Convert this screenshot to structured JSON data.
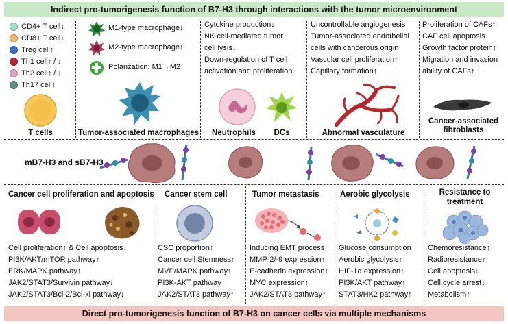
{
  "top_banner": "Indirect pro-tumorigenesis function of B7-H3 through interactions with the tumor microenvironment",
  "bottom_banner": "Direct pro-tumorigenesis function of B7-H3 on cancer cells via multiple mechanisms",
  "middle_label": "mB7-H3 and sB7-H3",
  "tcells": {
    "items": [
      {
        "label": "CD4+ T cell↓",
        "color": "#a7dcc9"
      },
      {
        "label": "CD8+ T cell↓",
        "color": "#f6b76d"
      },
      {
        "label": "Treg cell↑",
        "color": "#3f6fc2"
      },
      {
        "label": "Th1 cell↑ / ↓",
        "color": "#b02a3c"
      },
      {
        "label": "Th2 cell↑ / ↓",
        "color": "#e1a6c6"
      },
      {
        "label": "Th17 cell↑",
        "color": "#5f8d85"
      }
    ],
    "caption": "T cells"
  },
  "macrophages": {
    "m1": "M1-type macrophage↓",
    "m2": "M2-type macrophage↓",
    "polarization": "Polarization: M1→M2",
    "caption": "Tumor-associated macrophages"
  },
  "neutrophils": {
    "lines": [
      "Cytokine production↓",
      "NK cell-mediated tumor",
      "cell lysis↓",
      "Down-regulation of T cell",
      "activation and proliferation"
    ],
    "caption_left": "Neutrophils",
    "caption_right": "DCs"
  },
  "vasculature": {
    "lines": [
      "Uncontrollable angiogenesis",
      "Tumor-associated endothelial",
      "cells with cancerous origin",
      "Vascular cell proliferation↑",
      "Capillary formation↑"
    ],
    "caption": "Abnormal vasculature"
  },
  "cafs": {
    "lines": [
      "Proliferation of CAFs↑",
      "CAF cell apoptosis↓",
      "Growth factor protein↑",
      "Migration and invasion",
      "ability of CAFs↑"
    ],
    "caption": "Cancer-associated fibroblasts"
  },
  "proliferation": {
    "title": "Cancer cell proliferation and apoptosis",
    "lines": [
      "Cell proliferation↑ & Cell apoptosis↓",
      "PI3K/AKT/mTOR pathway↑",
      "ERK/MAPK pathway↑",
      "JAK2/STAT3/Survivin pathway↓",
      "JAK2/STAT3/Bcl-2/Bcl-xl pathway↓"
    ]
  },
  "stem": {
    "title": "Cancer stem cell",
    "lines": [
      "CSC proportion↑",
      "Cancer cell Stemness↑",
      "MVP/MAPK pathway↑",
      "PI3K-AKT pathway↑",
      "JAK2/STAT3 pathway↑"
    ]
  },
  "metastasis": {
    "title": "Tumor metastasis",
    "lines": [
      "Inducing EMT process",
      "MMP-2/-9 expression↑",
      "E-cadherin expression↓",
      "MYC expression↑",
      "JAK2/STAT3 pathway↑"
    ]
  },
  "glycolysis": {
    "title": "Aerobic glycolysis",
    "lines": [
      "Glucose consumption↑",
      "Aerobic glycolysis↑",
      "HIF-1α expression↑",
      "PI3K/AKT pathway↑",
      "STAT3/HK2 pathway↑"
    ]
  },
  "resistance": {
    "title": "Resistance to treatment",
    "lines": [
      "Chemoresistance↑",
      "Radioresistance↑",
      "Cell apoptosis↓",
      "Cell cycle arrest↓",
      "Metabolism↑"
    ]
  },
  "colors": {
    "top_banner_bg": "#c8e8c6",
    "bottom_banner_bg": "#f4c6c2",
    "tcell_fill": "#f7c95a",
    "macrophage_fill": "#3b8fb0",
    "m1_fill": "#2e8b3b",
    "m2_fill": "#b23a5b",
    "polarization_fill": "#3ea83a",
    "neutrophil_fill": "#f0b2c8",
    "dc_fill": "#9fd64a",
    "vessel_fill": "#b5262d",
    "fibroblast_fill": "#3a3a3a",
    "tumor_cell_fill": "#b77c7c",
    "proliferation_cell_fill": "#c94e6e",
    "stem_cell_fill": "#9aa8c4",
    "resistance_cluster_fill": "#9cb8de"
  },
  "icons": [
    "t-cell-icon",
    "macrophage-icon",
    "m1-macrophage-icon",
    "m2-macrophage-icon",
    "polarization-plus-icon",
    "neutrophil-icon",
    "dendritic-cell-icon",
    "vasculature-icon",
    "fibroblast-icon",
    "tumor-cell-icon",
    "b7h3-receptor-icon",
    "dividing-cell-icon",
    "apoptotic-cell-icon",
    "stem-cell-icon",
    "metastasis-cluster-icon",
    "glycolysis-cycle-icon",
    "resistant-cluster-icon"
  ]
}
